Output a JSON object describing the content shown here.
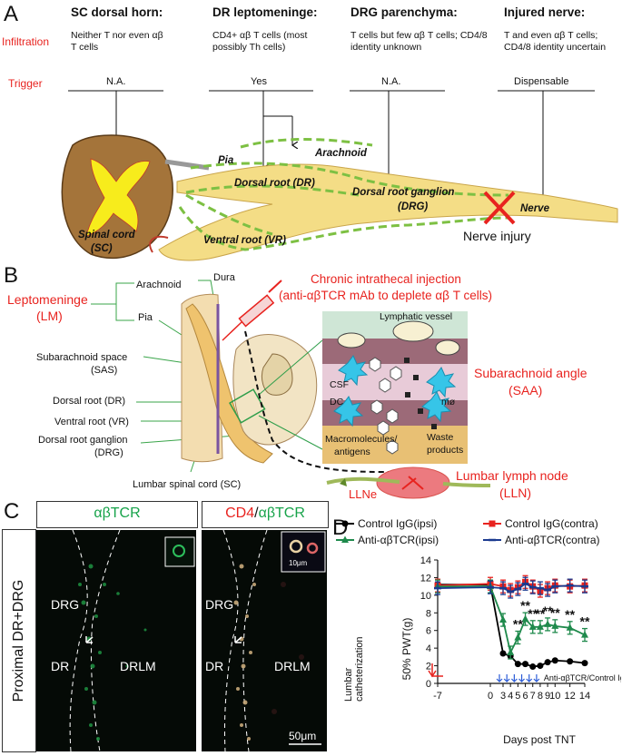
{
  "panelA": {
    "letter": "A",
    "row_infiltration": "Infiltration",
    "row_trigger": "Trigger",
    "columns": [
      {
        "title": "SC dorsal horn:",
        "infiltration": "Neither T nor even αβ T cells",
        "trigger": "N.A."
      },
      {
        "title": "DR leptomeninge:",
        "infiltration": "CD4+ αβ T cells (most possibly Th cells)",
        "trigger": "Yes"
      },
      {
        "title": "DRG parenchyma:",
        "infiltration": "T cells but few αβ T cells; CD4/8 identity unknown",
        "trigger": "N.A."
      },
      {
        "title": "Injured nerve:",
        "infiltration": "T and even αβ T cells; CD4/8 identity uncertain",
        "trigger": "Dispensable"
      }
    ],
    "anatomy": {
      "pia": "Pia",
      "arachnoid": "Arachnoid",
      "dorsal_root": "Dorsal root (DR)",
      "drg": "Dorsal root ganglion",
      "drg_abbr": "(DRG)",
      "nerve": "Nerve",
      "spinal_cord": "Spinal cord",
      "spinal_cord_abbr": "(SC)",
      "ventral_root": "Ventral root (VR)",
      "nerve_injury": "Nerve injury"
    }
  },
  "panelB": {
    "letter": "B",
    "leptomeninge": "Leptomeninge",
    "leptomeninge_abbr": "(LM)",
    "arachnoid": "Arachnoid",
    "dura": "Dura",
    "pia": "Pia",
    "sas": "Subarachnoid space",
    "sas_abbr": "(SAS)",
    "dr": "Dorsal root (DR)",
    "vr": "Ventral root (VR)",
    "drg": "Dorsal root ganglion",
    "drg_abbr": "(DRG)",
    "lumbar_sc": "Lumbar spinal cord (SC)",
    "injection_line1": "Chronic intrathecal injection",
    "injection_line2": "(anti-αβTCR mAb to deplete αβ T cells)",
    "lymphatic": "Lymphatic vessel",
    "csf": "CSF",
    "dc": "DC",
    "mo": "mø",
    "macro": "Macromolecules/",
    "antigens": "antigens",
    "waste1": "Waste",
    "waste2": "products",
    "saa": "Subarachnoid angle",
    "saa_abbr": "(SAA)",
    "llne": "LLNe",
    "lln": "Lumbar lymph node",
    "lln_abbr": "(LLN)"
  },
  "panelC": {
    "letter": "C",
    "side_label": "Proximal DR+DRG",
    "title_left": "αβTCR",
    "title_right_cd4": "CD4",
    "title_right_sep": "/",
    "title_right_tcr": "αβTCR",
    "drg": "DRG",
    "dr": "DR",
    "drlm": "DRLM",
    "inset_scale": "10μm",
    "scale": "50μm",
    "colors": {
      "green": "#17a34a",
      "red": "#e8231f"
    }
  },
  "panelD": {
    "letter": "D",
    "lumbar_line1": "Lumbar",
    "lumbar_line2": "catheterization",
    "injection_note": "Anti-αβTCR/Control IgG",
    "chart_data": {
      "type": "line",
      "xlabel": "Days post TNT",
      "ylabel": "50% PWT(g)",
      "ylim": [
        0,
        14
      ],
      "x_ticks": [
        -7,
        0,
        3,
        4,
        5,
        6,
        7,
        8,
        9,
        10,
        12,
        14
      ],
      "y_ticks": [
        0,
        2,
        4,
        6,
        8,
        10,
        12,
        14
      ],
      "legend": [
        "Control IgG(ipsi)",
        "Control IgG(contra)",
        "Anti-αβTCR(ipsi)",
        "Anti-αβTCR(contra)"
      ],
      "series": [
        {
          "name": "Control IgG(ipsi)",
          "color": "#000000",
          "marker": "circle",
          "x": [
            -7,
            0,
            3,
            4,
            5,
            6,
            7,
            8,
            9,
            10,
            12,
            14
          ],
          "y": [
            11.2,
            11.2,
            3.4,
            3.1,
            2.2,
            2.2,
            1.9,
            2.0,
            2.4,
            2.6,
            2.5,
            2.3
          ]
        },
        {
          "name": "Control IgG(contra)",
          "color": "#e8231f",
          "marker": "square",
          "x": [
            -7,
            0,
            3,
            4,
            5,
            6,
            7,
            8,
            9,
            10,
            12,
            14
          ],
          "y": [
            11.1,
            11.3,
            11.0,
            10.6,
            10.9,
            11.5,
            11.0,
            10.5,
            10.8,
            11.1,
            11.0,
            11.1
          ]
        },
        {
          "name": "Anti-αβTCR(ipsi)",
          "color": "#1f8a4c",
          "marker": "triangle",
          "x": [
            -7,
            0,
            3,
            4,
            5,
            6,
            7,
            8,
            9,
            10,
            12,
            14
          ],
          "y": [
            11.0,
            11.0,
            7.2,
            3.5,
            5.2,
            7.3,
            6.4,
            6.4,
            6.7,
            6.5,
            6.3,
            5.5
          ]
        },
        {
          "name": "Anti-αβTCR(contra)",
          "color": "#1a3a8f",
          "marker": "line",
          "x": [
            -7,
            0,
            3,
            4,
            5,
            6,
            7,
            8,
            9,
            10,
            12,
            14
          ],
          "y": [
            10.8,
            10.9,
            10.8,
            10.4,
            10.7,
            11.3,
            10.9,
            10.8,
            10.6,
            11.0,
            11.1,
            11.0
          ]
        }
      ],
      "significance": {
        "label": "**",
        "x": [
          5,
          6,
          7,
          8,
          9,
          10,
          12,
          14
        ]
      }
    }
  }
}
